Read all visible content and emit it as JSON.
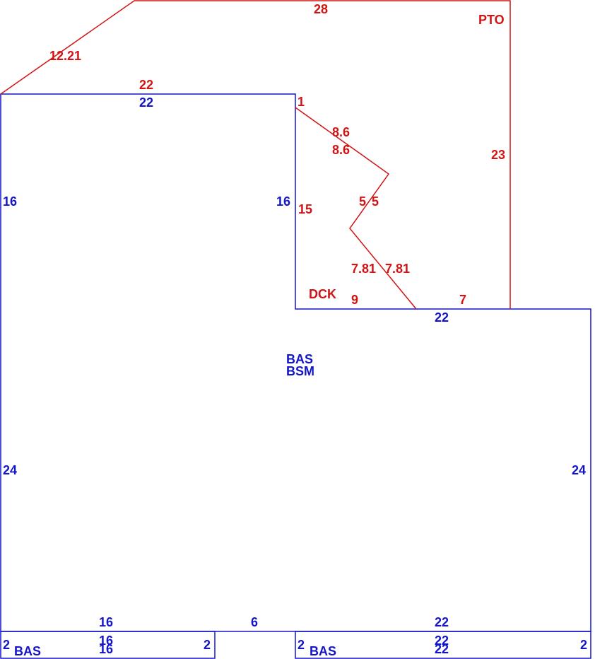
{
  "colors": {
    "bas": "#1414c8",
    "addition": "#d21414"
  },
  "areas": {
    "pto": "PTO",
    "dck": "DCK",
    "bas_main": "BAS",
    "bsm_main": "BSM",
    "bas_left": "BAS",
    "bas_right": "BAS"
  },
  "dimensions": {
    "pto_top": "28",
    "pto_diag": "12.21",
    "pto_bottom_left": "22",
    "pto_right": "23",
    "main_top": "22",
    "main_left_upper": "16",
    "main_inner_vertical": "16",
    "dck_left": "15",
    "dck_top": "1",
    "dck_diag_upper_a": "8.6",
    "dck_diag_upper_b": "8.6",
    "dck_mid_a": "5",
    "dck_mid_b": "5",
    "dck_diag_lower_a": "7.81",
    "dck_diag_lower_b": "7.81",
    "dck_bottom": "9",
    "pto_bottom_right": "7",
    "main_right_top": "22",
    "main_left_lower": "24",
    "main_right": "24",
    "main_bottom_left": "16",
    "main_bottom_gap": "6",
    "main_bottom_right": "22",
    "bas_left_top": "16",
    "bas_left_bottom": "16",
    "bas_left_left": "2",
    "bas_left_right": "2",
    "bas_right_top": "22",
    "bas_right_bottom": "22",
    "bas_right_left": "2",
    "bas_right_right": "2"
  }
}
